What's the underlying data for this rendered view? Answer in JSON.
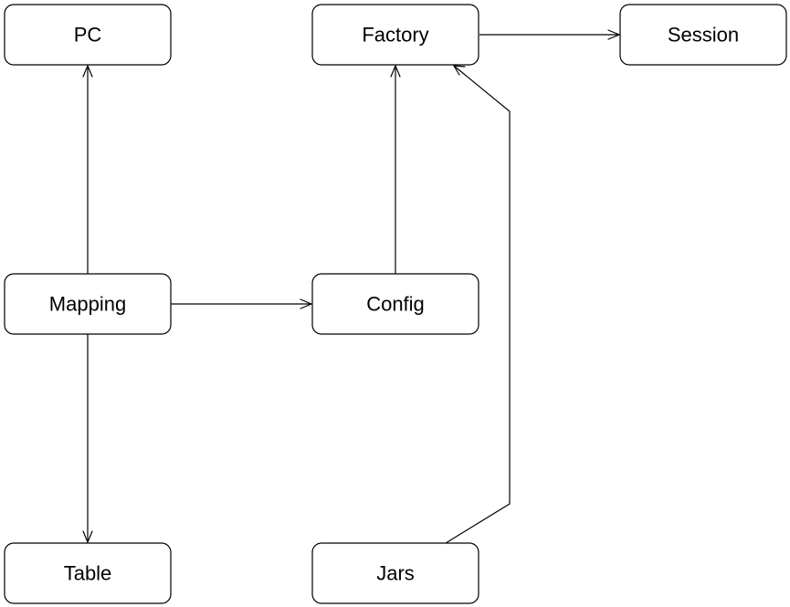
{
  "nodes": {
    "pc": {
      "label": "PC"
    },
    "factory": {
      "label": "Factory"
    },
    "session": {
      "label": "Session"
    },
    "mapping": {
      "label": "Mapping"
    },
    "config": {
      "label": "Config"
    },
    "table": {
      "label": "Table"
    },
    "jars": {
      "label": "Jars"
    }
  },
  "edges": [
    {
      "from": "mapping",
      "to": "pc"
    },
    {
      "from": "mapping",
      "to": "config"
    },
    {
      "from": "mapping",
      "to": "table"
    },
    {
      "from": "config",
      "to": "factory"
    },
    {
      "from": "factory",
      "to": "session"
    },
    {
      "from": "jars",
      "to": "factory"
    }
  ]
}
